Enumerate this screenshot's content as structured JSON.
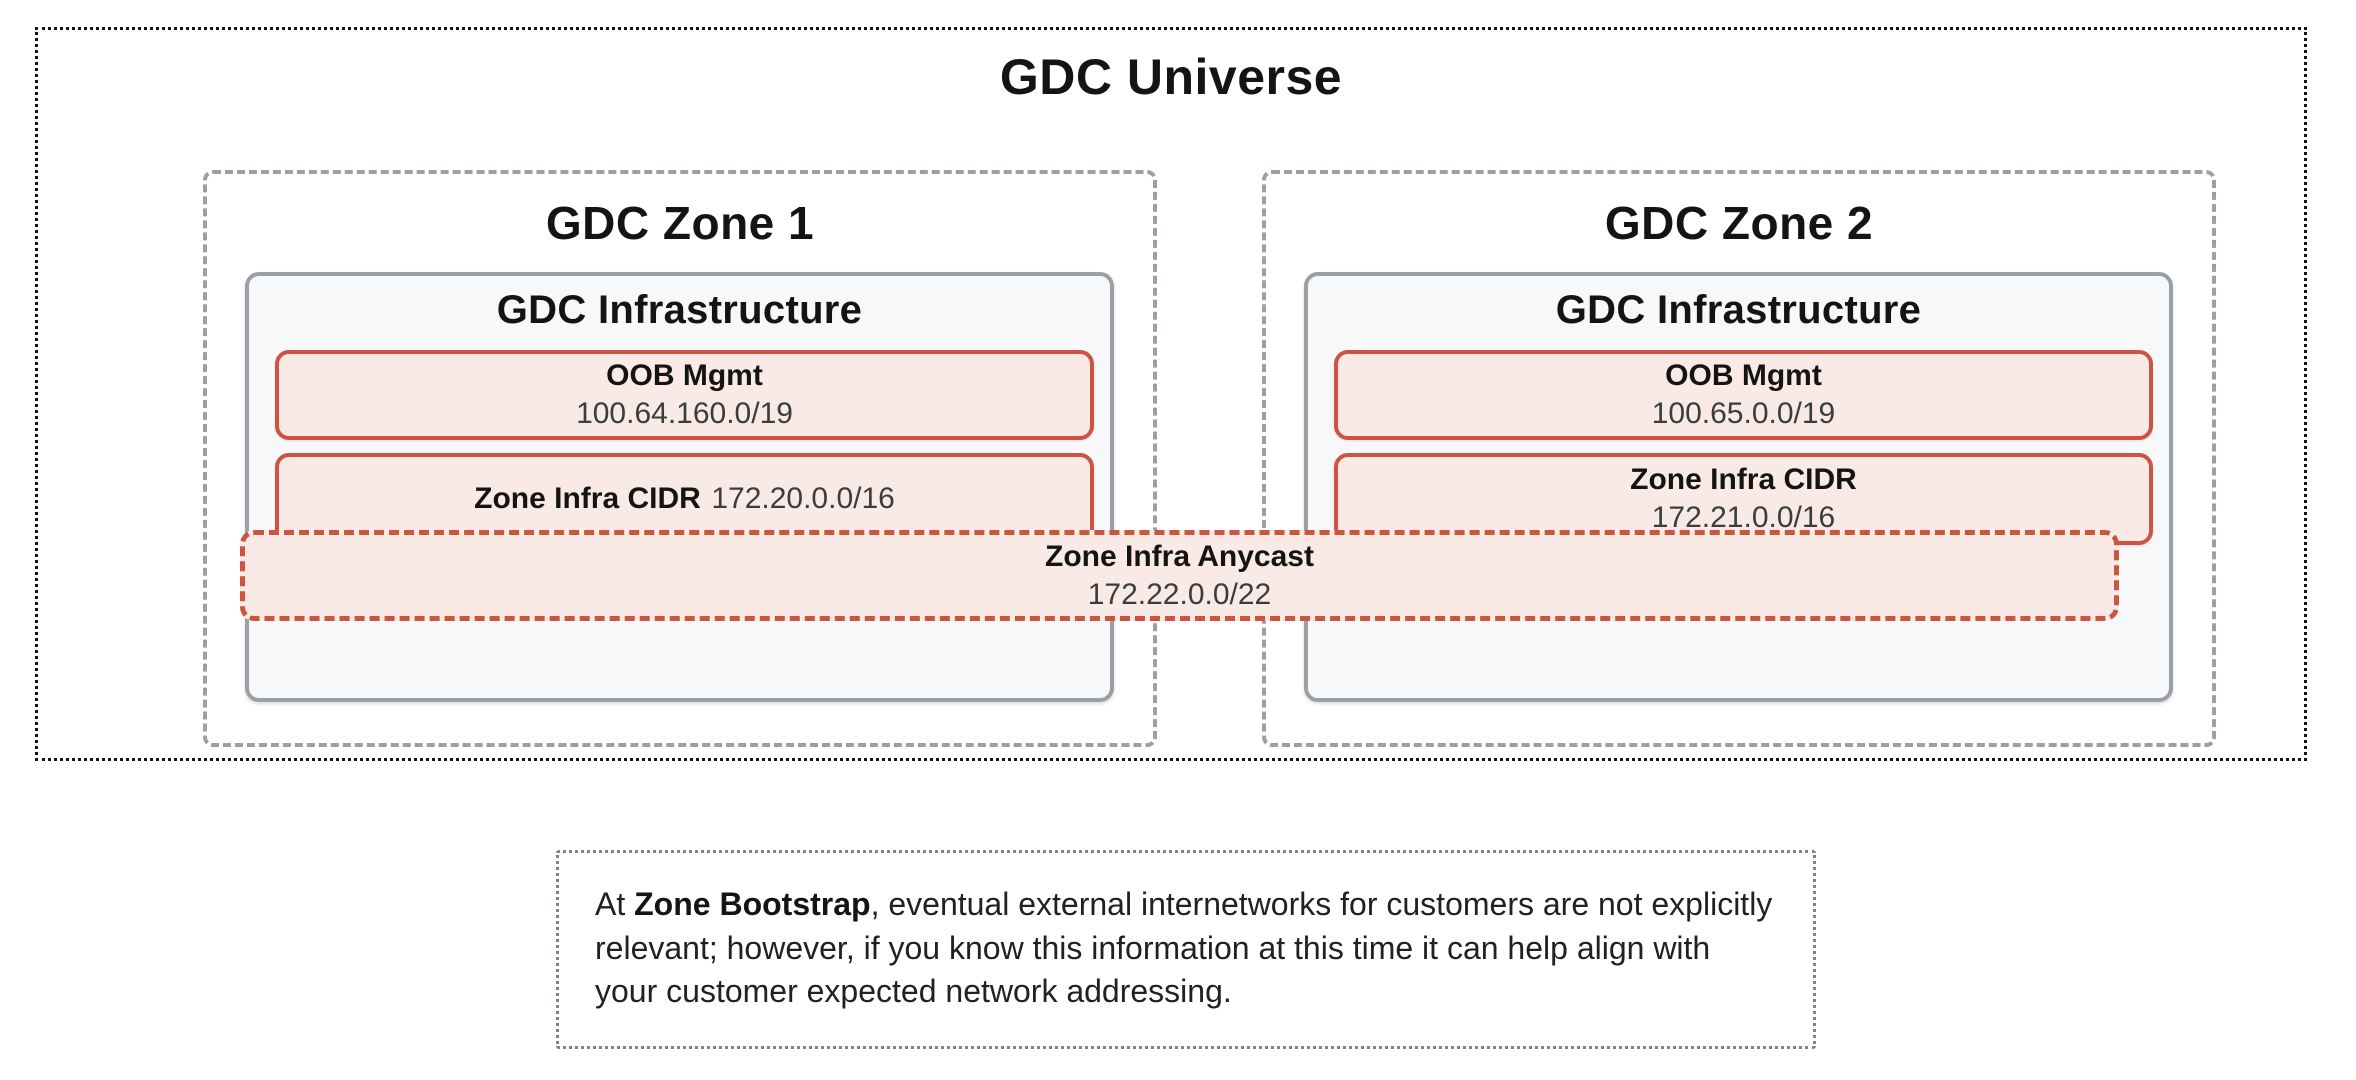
{
  "colors": {
    "accent_red": "#CC5440",
    "red_fill": "#F9EAE5",
    "border_gray": "#9AA0A6",
    "infra_fill": "#F6F8FA",
    "outer_border": "#141414",
    "note_border": "#7E848B"
  },
  "diagram": {
    "universe_title": "GDC Universe",
    "zones": [
      {
        "title": "GDC Zone 1",
        "infra_title": "GDC Infrastructure",
        "oob_label": "OOB Mgmt",
        "oob_cidr": "100.64.160.0/19",
        "zone_infra_label": "Zone Infra CIDR",
        "zone_infra_cidr": "172.20.0.0/16"
      },
      {
        "title": "GDC Zone 2",
        "infra_title": "GDC Infrastructure",
        "oob_label": "OOB Mgmt",
        "oob_cidr": "100.65.0.0/19",
        "zone_infra_label": "Zone Infra CIDR",
        "zone_infra_cidr": "172.21.0.0/16"
      }
    ],
    "anycast_label": "Zone Infra Anycast",
    "anycast_cidr": "172.22.0.0/22"
  },
  "note": {
    "prefix": "At ",
    "bold": "Zone Bootstrap",
    "rest": ", eventual external internetworks for customers are not explicitly relevant; however, if you know this information at this time it can help align with your customer expected network addressing."
  }
}
